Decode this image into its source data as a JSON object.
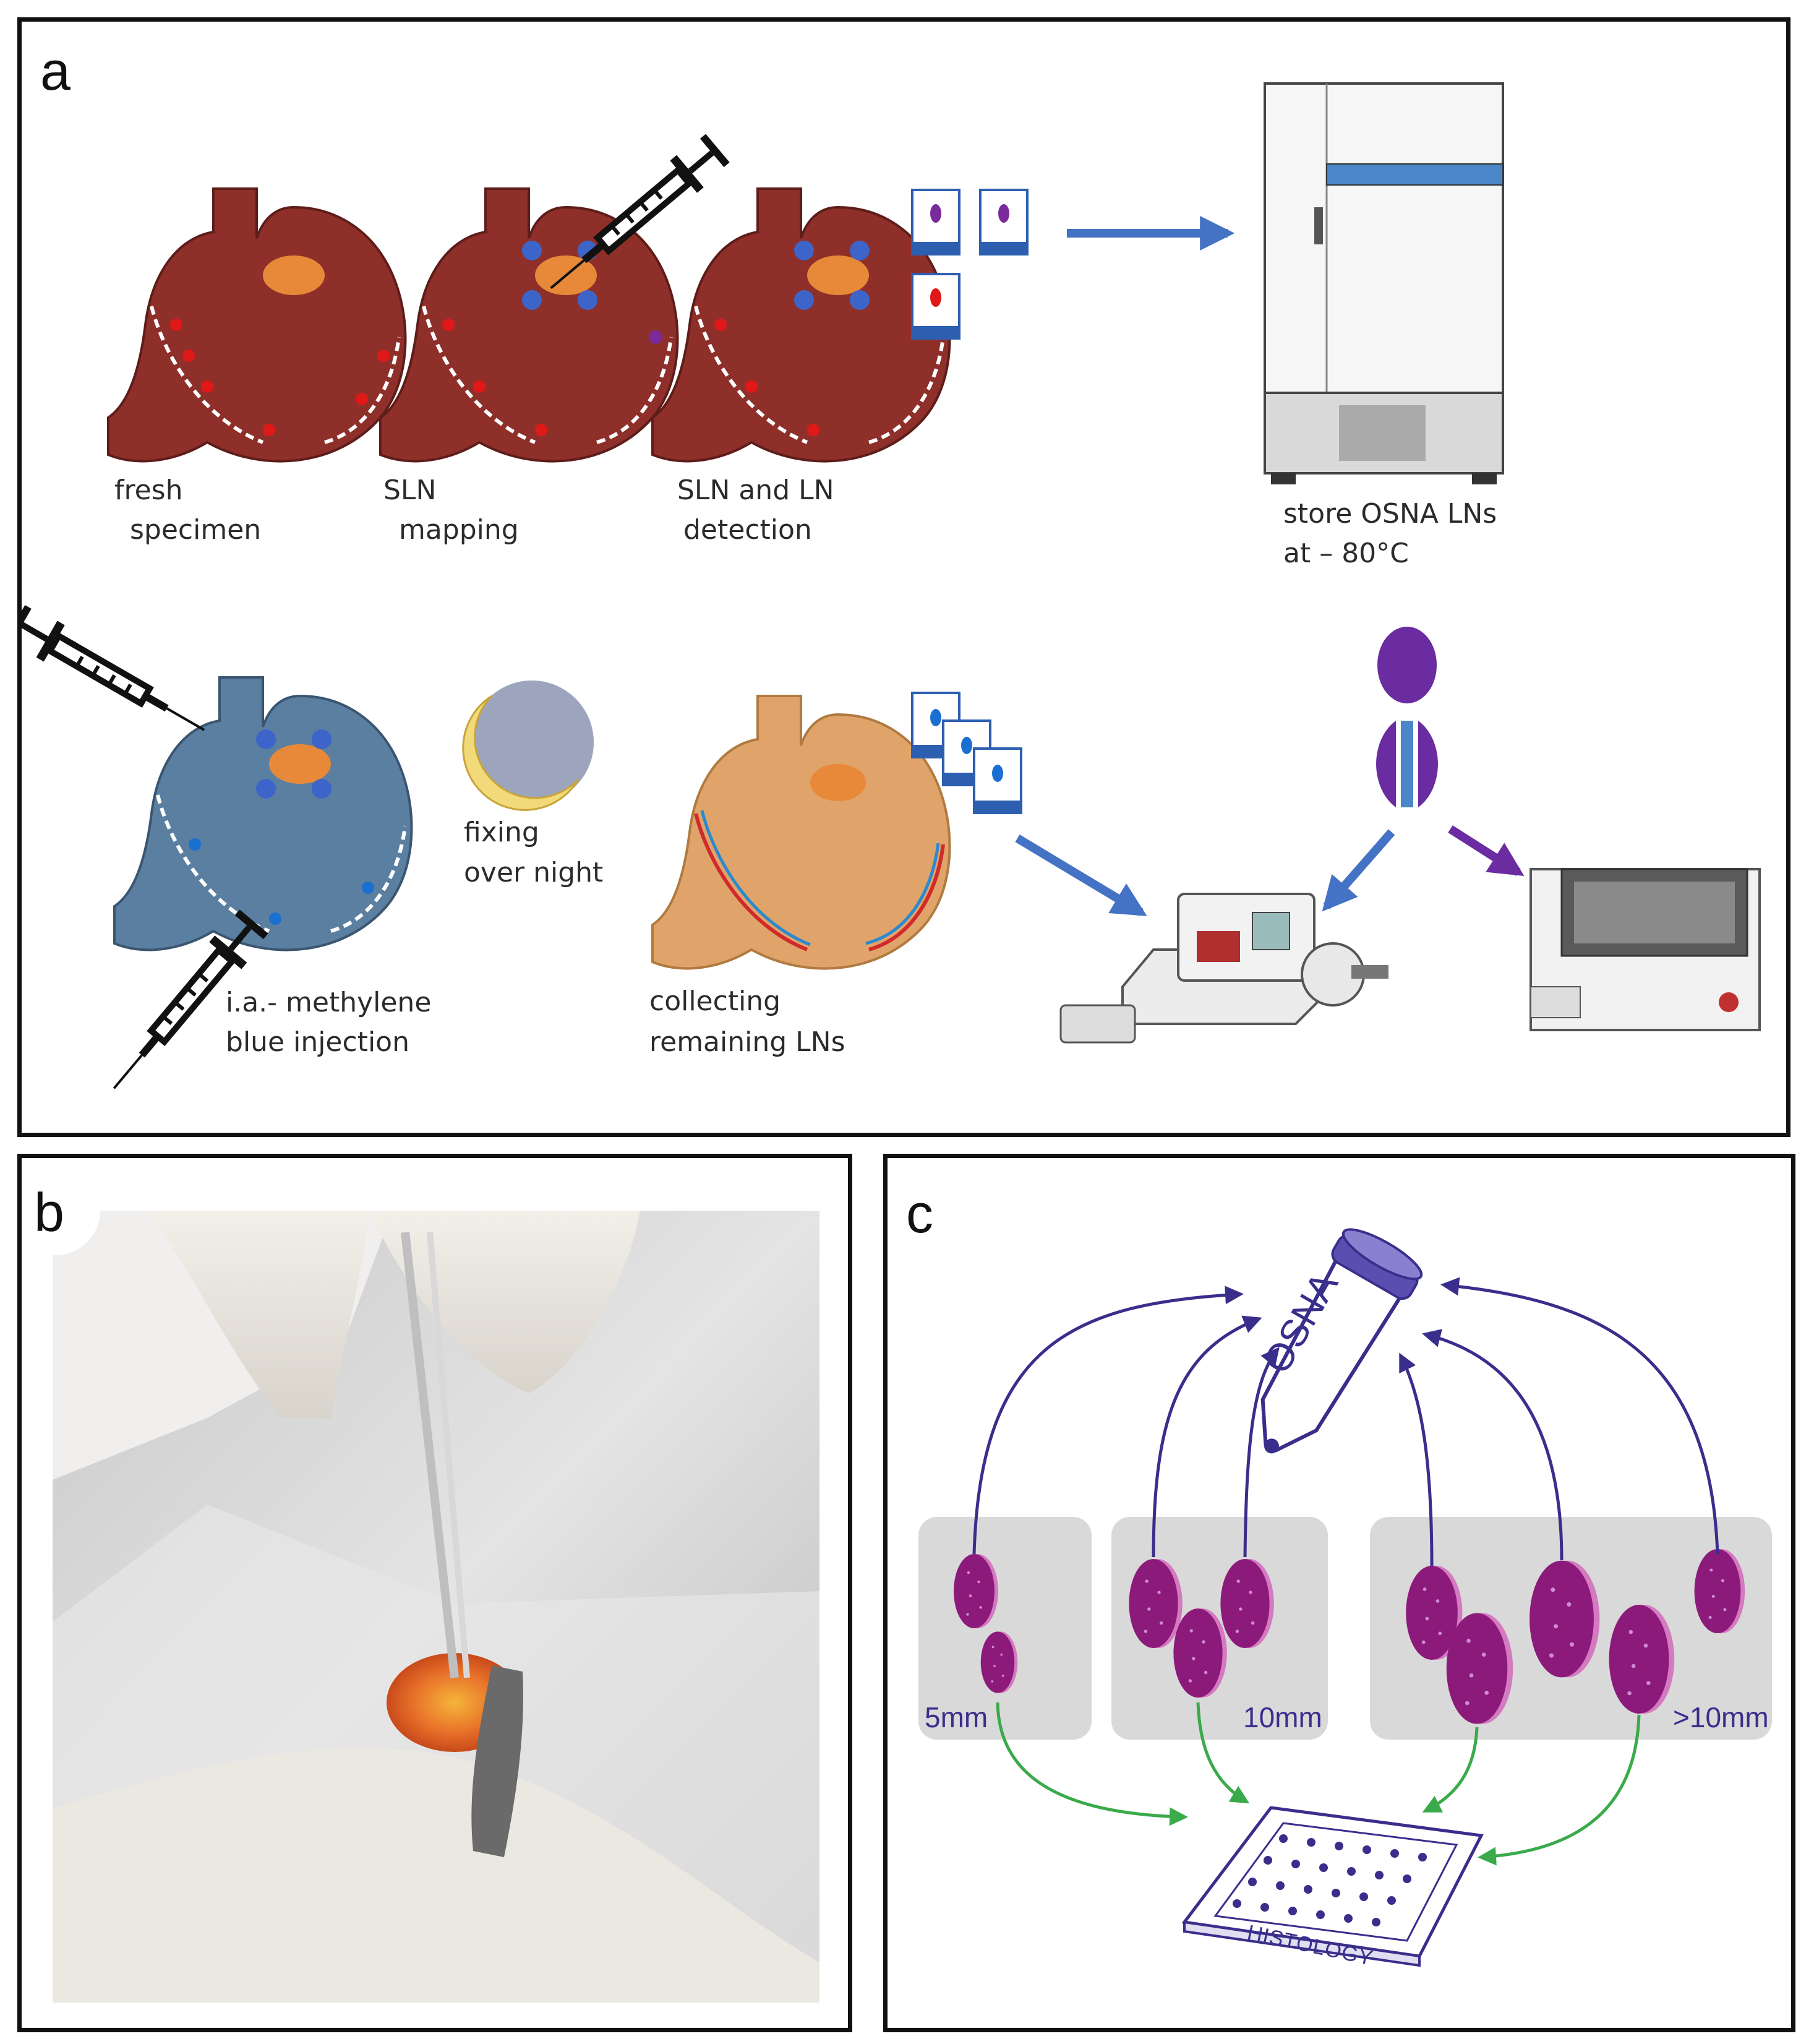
{
  "panel_a": {
    "label": "a",
    "captions": {
      "fresh": [
        "fresh",
        "specimen"
      ],
      "sln_mapping": [
        "SLN",
        "mapping"
      ],
      "sln_ln": [
        "SLN and LN",
        "detection"
      ],
      "store": [
        "store OSNA LNs",
        "at – 80°C"
      ],
      "injection": [
        "i.a.- methylene",
        "blue injection"
      ],
      "fixing": [
        "fixing",
        "over night"
      ],
      "collecting": [
        "collecting",
        "remaining LNs"
      ]
    }
  },
  "panel_b": {
    "label": "b"
  },
  "panel_c": {
    "label": "c",
    "tube_label": "OSNA",
    "plate_label": "HISTOLOGY",
    "sizes": [
      "5mm",
      "10mm",
      ">10mm"
    ]
  },
  "colors": {
    "stomach_red": "#8e2f2a",
    "stomach_blue": "#5a7fa0",
    "stomach_orange": "#e0a46a",
    "tumor": "#e8893a",
    "arrow_blue": "#4472c4",
    "purple": "#6a2ca0",
    "node_magenta": "#8c1a7a",
    "arrow_green": "#3aaa4a"
  }
}
